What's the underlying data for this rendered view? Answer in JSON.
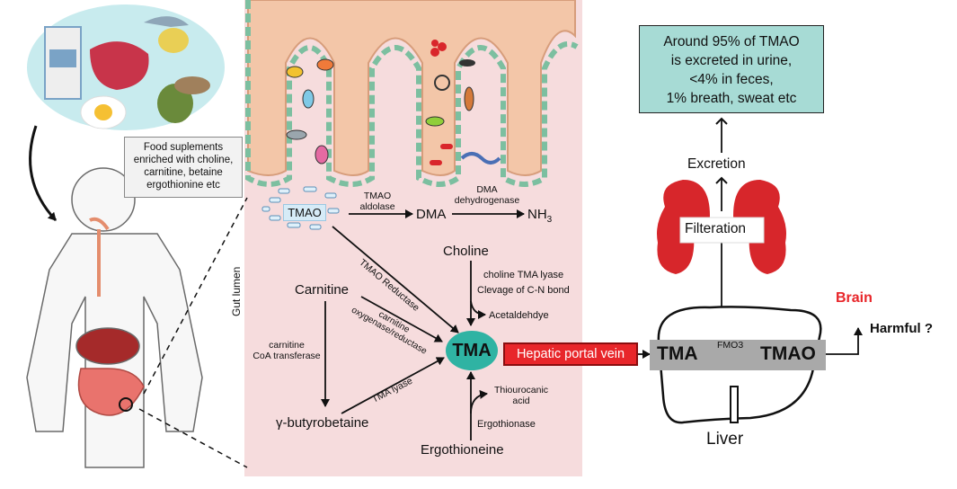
{
  "labels": {
    "food_supplements": "Food suplements enriched with choline, carnitine, betaine ergothionine etc",
    "gut_lumen": "Gut lumen",
    "tmao_left": "TMAO",
    "tmao_aldolase": "TMAO aldolase",
    "dma": "DMA",
    "dma_dehydrogenase": "DMA dehydrogenase",
    "nh3_base": "NH",
    "nh3_sub": "3",
    "tmao_reductase": "TMAO Reductase",
    "choline": "Choline",
    "choline_lyase": "choline TMA lyase",
    "clevage": "Clevage of C-N bond",
    "acetaldehyde": "Acetaldehdye",
    "carnitine": "Carnitine",
    "carnitine_oxygenase_1": "carnitine",
    "carnitine_oxygenase_2": "oxygenase/reductase",
    "carnitine_coa_1": "carnitine",
    "carnitine_coa_2": "CoA transferase",
    "tma_lyase": "TMA lyase",
    "tma_center": "TMA",
    "thiourocanic_1": "Thiourocanic",
    "thiourocanic_2": "acid",
    "ergothionase": "Ergothionase",
    "gamma_butyrobetaine": "γ-butyrobetaine",
    "ergothioneine": "Ergothioneine",
    "hepatic_portal_vein": "Hepatic portal vein",
    "tma_liver": "TMA",
    "fmo3": "FMO3",
    "tmao_liver": "TMAO",
    "liver": "Liver",
    "brain": "Brain",
    "harmful": "Harmful ?",
    "filteration": "Filteration",
    "excretion": "Excretion",
    "excretion_box": [
      "Around 95% of TMAO",
      "is excreted in urine,",
      "<4% in feces,",
      "1% breath, sweat etc"
    ]
  },
  "colors": {
    "gut_panel": "#f6dcdd",
    "villi_fill": "#f3c6a8",
    "teal_tma": "#2fb3a3",
    "teal_box": "#a7dbd5",
    "kidney_red": "#d7262b",
    "portal_red": "#e8262a",
    "brain_red": "#e8262a",
    "bar_gray": "#a9a9a9"
  },
  "icons": [
    "food-group-illustration",
    "human-body-icon",
    "gut-magnifier-icon",
    "kidney-icon",
    "liver-icon",
    "bacteria-icon"
  ]
}
